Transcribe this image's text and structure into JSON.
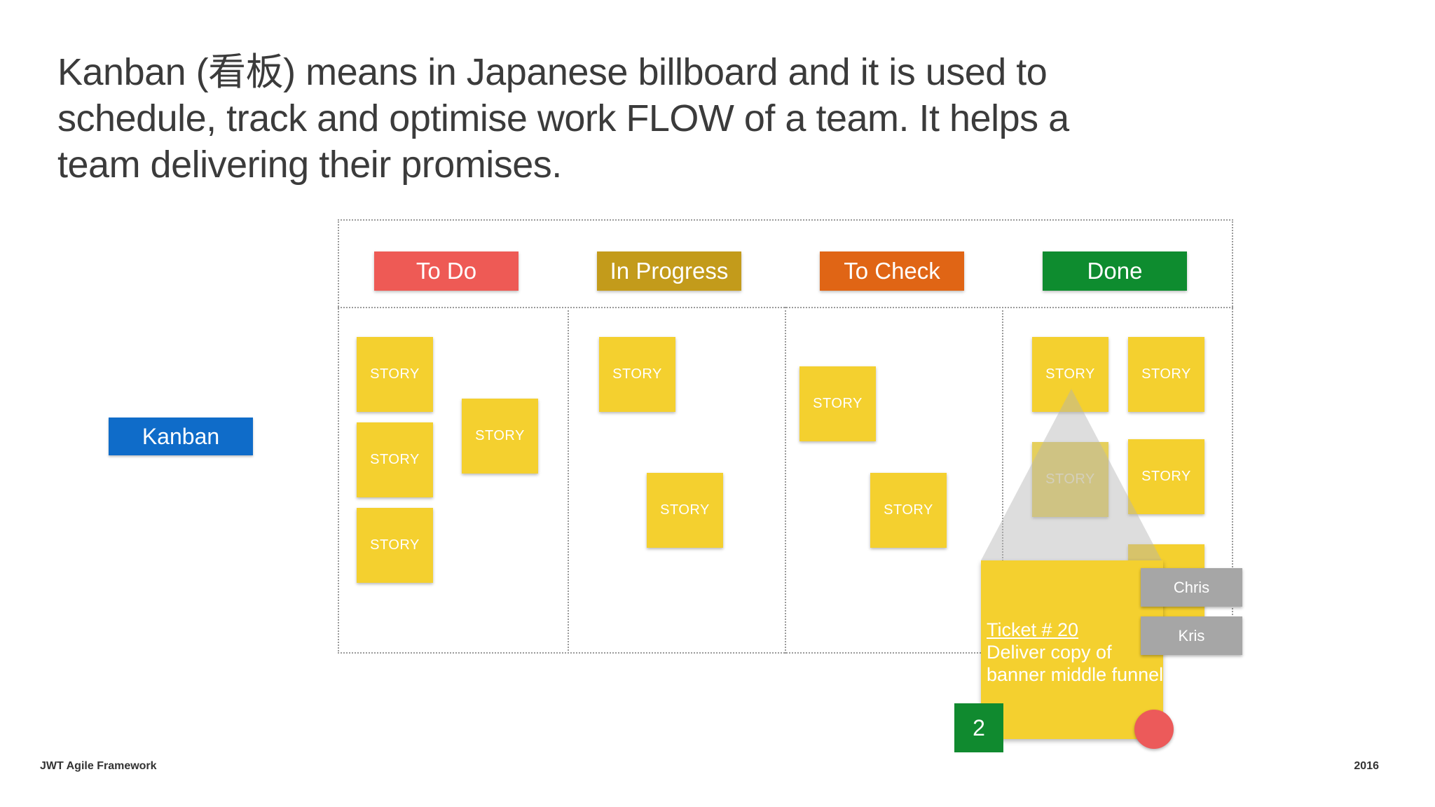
{
  "headline": {
    "line1": "Kanban (看板) means in Japanese billboard and it is used to",
    "line2": "schedule, track and optimise work FLOW of a team. It helps a",
    "line3": "team delivering their promises."
  },
  "side_button": "Kanban",
  "columns": [
    {
      "label": "To Do",
      "color": "#ee5a55"
    },
    {
      "label": "In Progress",
      "color": "#c39b1b"
    },
    {
      "label": "To Check",
      "color": "#e06515"
    },
    {
      "label": "Done",
      "color": "#0e8c2f"
    }
  ],
  "story_label": "STORY",
  "ticket": {
    "title": "Ticket # 20",
    "description_line1": "Deliver copy of",
    "description_line2": "banner middle funnel",
    "count": "2"
  },
  "assignees": [
    "Chris",
    "Kris"
  ],
  "footer": {
    "left": "JWT Agile Framework",
    "right": "2016"
  },
  "colors": {
    "note": "#f4d02f",
    "side_button": "#0f6cc9",
    "badge": "#108a2f",
    "dot": "#ec5a5a"
  }
}
